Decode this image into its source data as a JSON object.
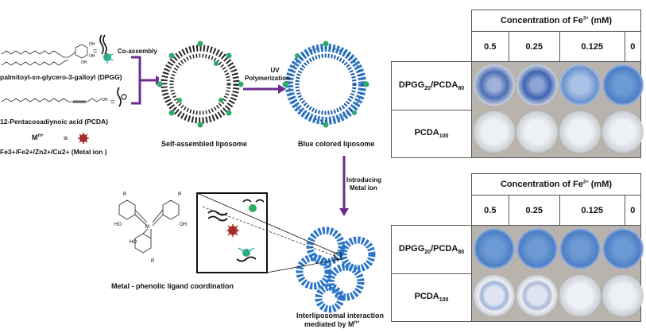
{
  "left": {
    "dpgg_label": "palmitoyl-",
    "dpgg_label_italic": "sn",
    "dpgg_label_rest": "-glycero-3-galloyl (DPGG)",
    "pcda_label": "12-Pentacosadiynoic acid (PCDA)",
    "co_assembly": "Co-assembly",
    "metal_symbol": "M",
    "metal_sup": "n+",
    "equals": "=",
    "metal_ions": "Fe3+/Fe2+/Zn2+/Cu2+ (Metal ion )",
    "uv_line1": "UV",
    "uv_line2": "Polymerization",
    "self_assembled": "Self-assembled liposome",
    "blue_liposome": "Blue colored liposome",
    "introducing_line1": "Introducing",
    "introducing_line2": "Metal ion",
    "coordination": "Metal - phenolic ligand coordination",
    "interlipo_line1": "Interliposomal interaction",
    "interlipo_line2": "mediated by M",
    "interlipo_sup": "n+"
  },
  "table_top": {
    "header": "Concentration of Fe3+ (mM)",
    "concentrations": [
      "0.5",
      "0.25",
      "0.125",
      "0"
    ],
    "rows": [
      "DPGG20/PCDA80",
      "PCDA100"
    ]
  },
  "table_bottom": {
    "header": "Concentration of Fe2+ (mM)",
    "concentrations": [
      "0.5",
      "0.25",
      "0.125",
      "0"
    ],
    "rows": [
      "DPGG20/PCDA80",
      "PCDA100"
    ]
  },
  "colors": {
    "arrow": "#6b2d8f",
    "blue_well": "#5a8fd0",
    "clear_well": "#dfe4ea",
    "metal_ion": "#a52a2a",
    "ligand_green": "#2eaa6a"
  }
}
